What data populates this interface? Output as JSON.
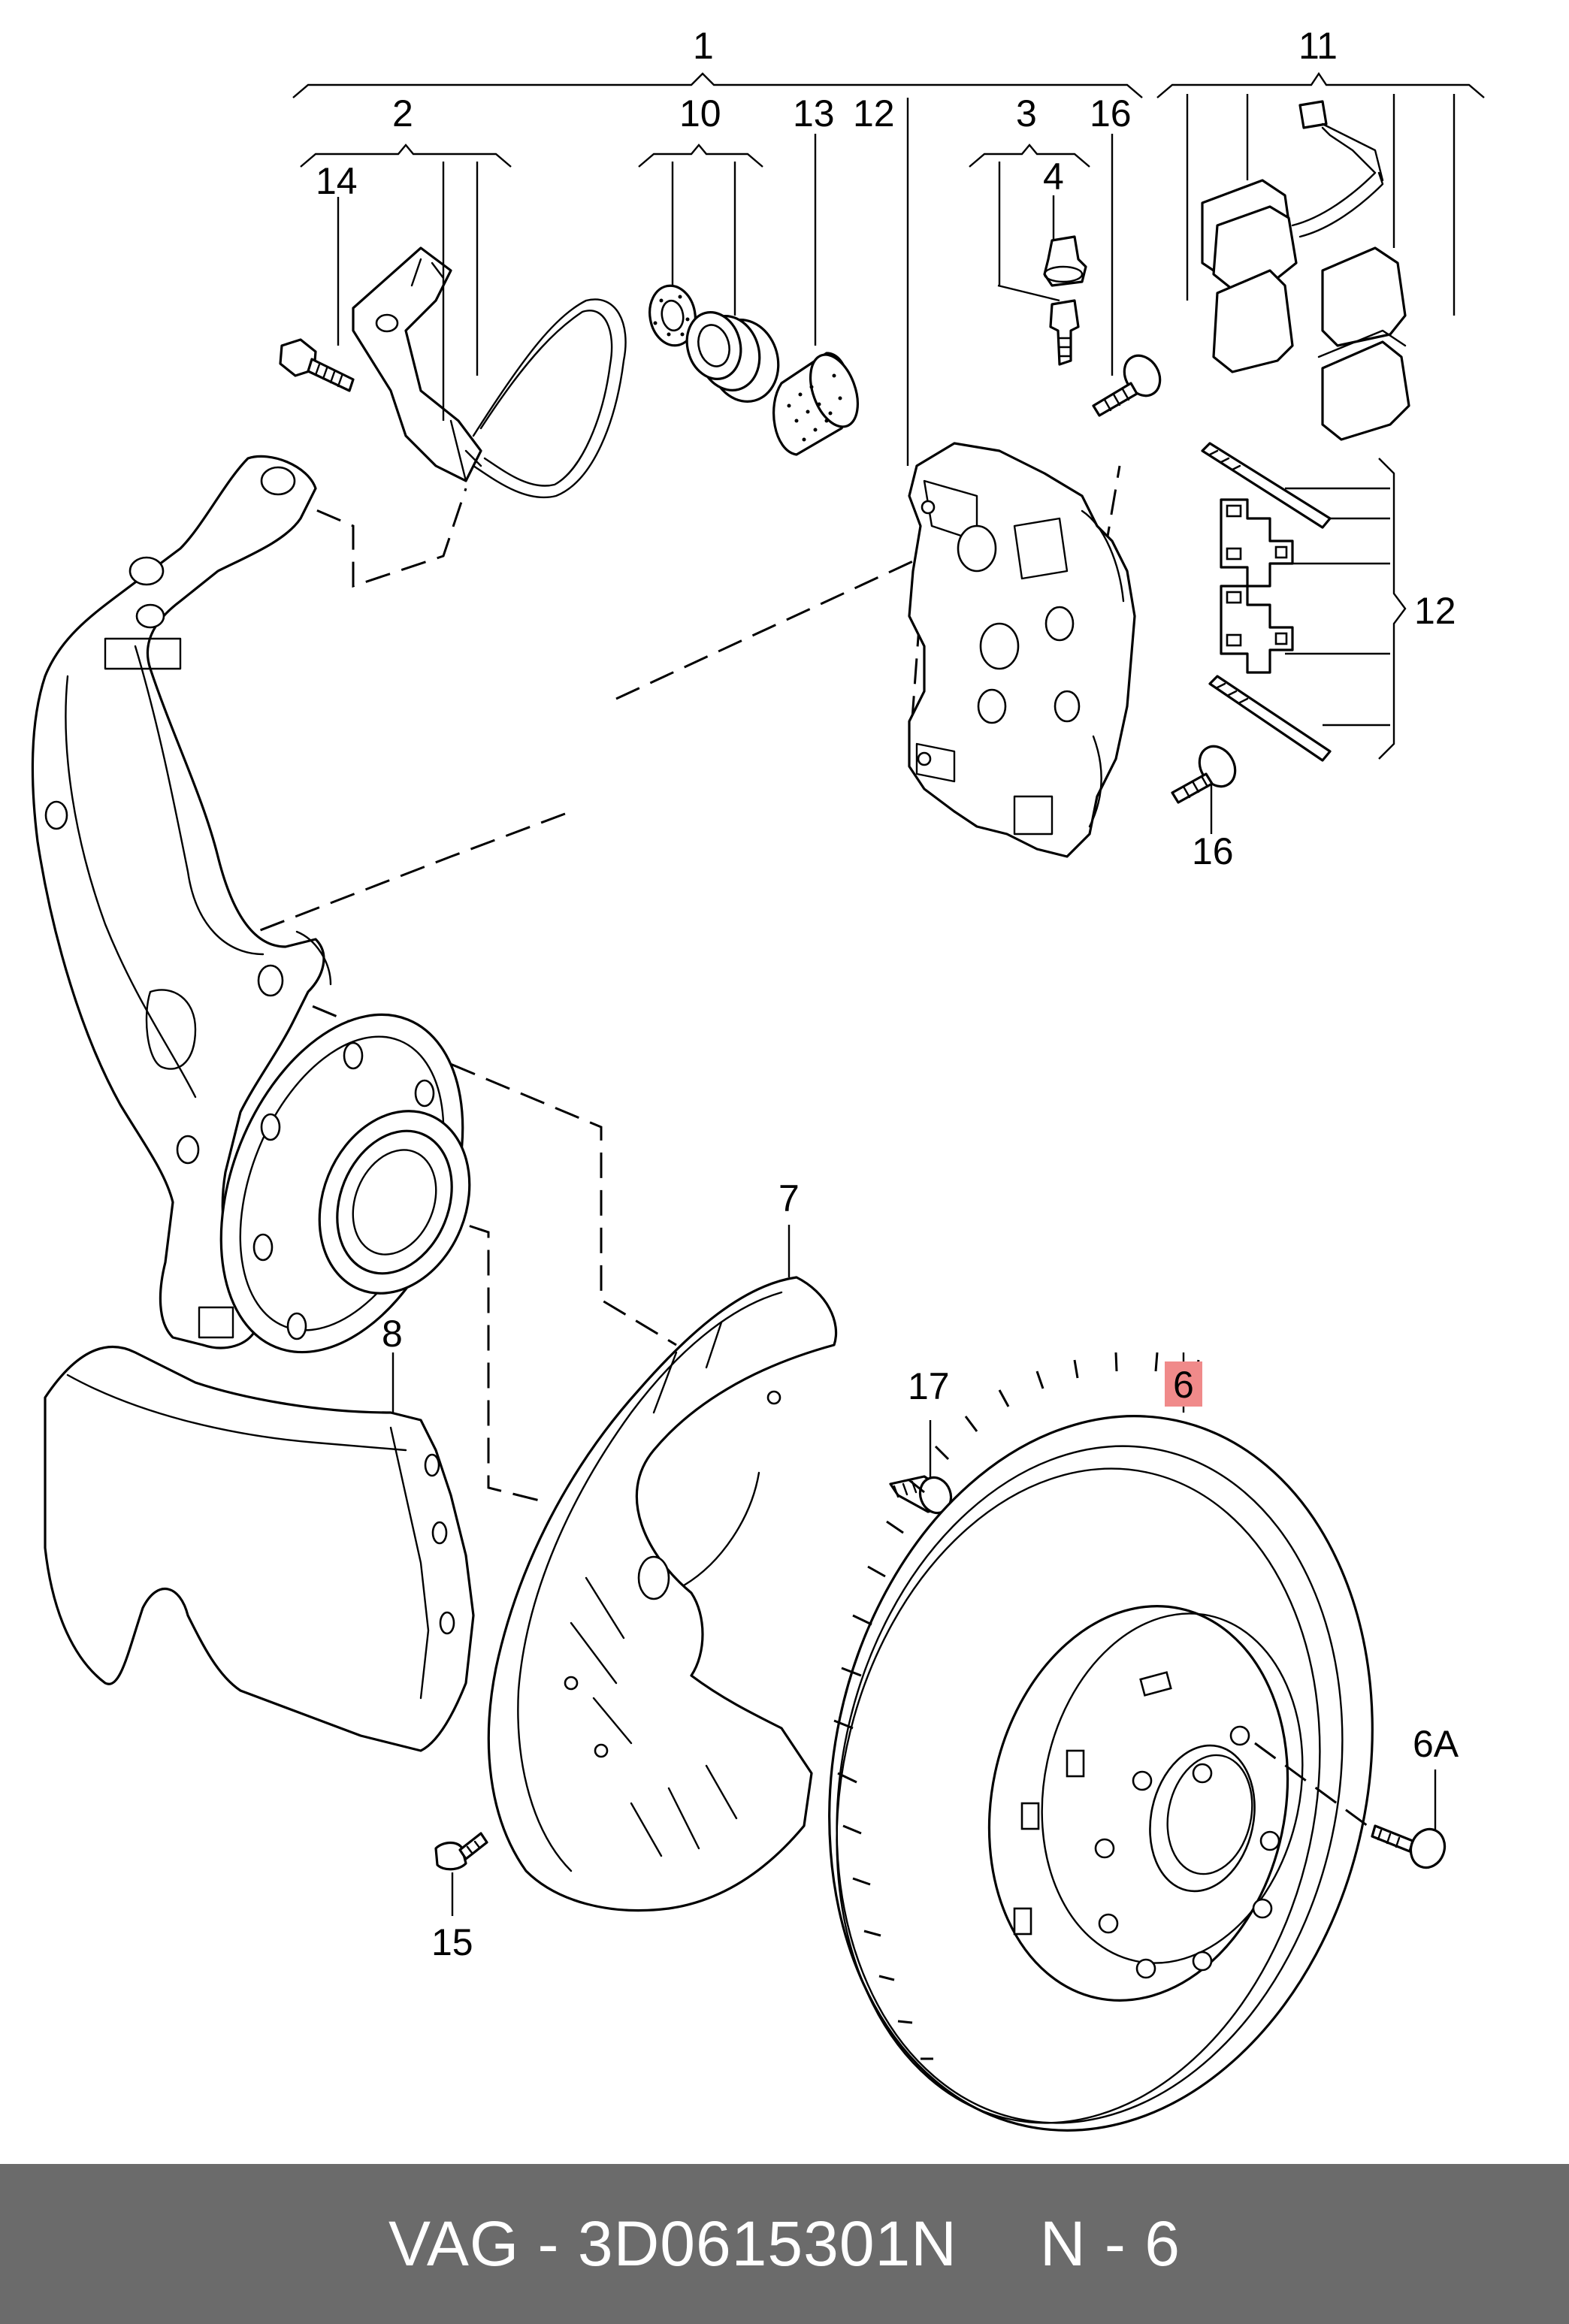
{
  "diagram": {
    "callouts": {
      "c1": "1",
      "c2": "2",
      "c3": "3",
      "c4": "4",
      "c6": "6",
      "c6a": "6A",
      "c7": "7",
      "c8": "8",
      "c10": "10",
      "c11": "11",
      "c12_top": "12",
      "c12_right": "12",
      "c13": "13",
      "c14": "14",
      "c15": "15",
      "c16_top": "16",
      "c16_bottom": "16",
      "c17": "17"
    },
    "highlight_color": "#f08a8a"
  },
  "footer": {
    "part_ref": "VAG - 3D0615301N",
    "position": "N - 6",
    "background": "#6b6b6b"
  }
}
